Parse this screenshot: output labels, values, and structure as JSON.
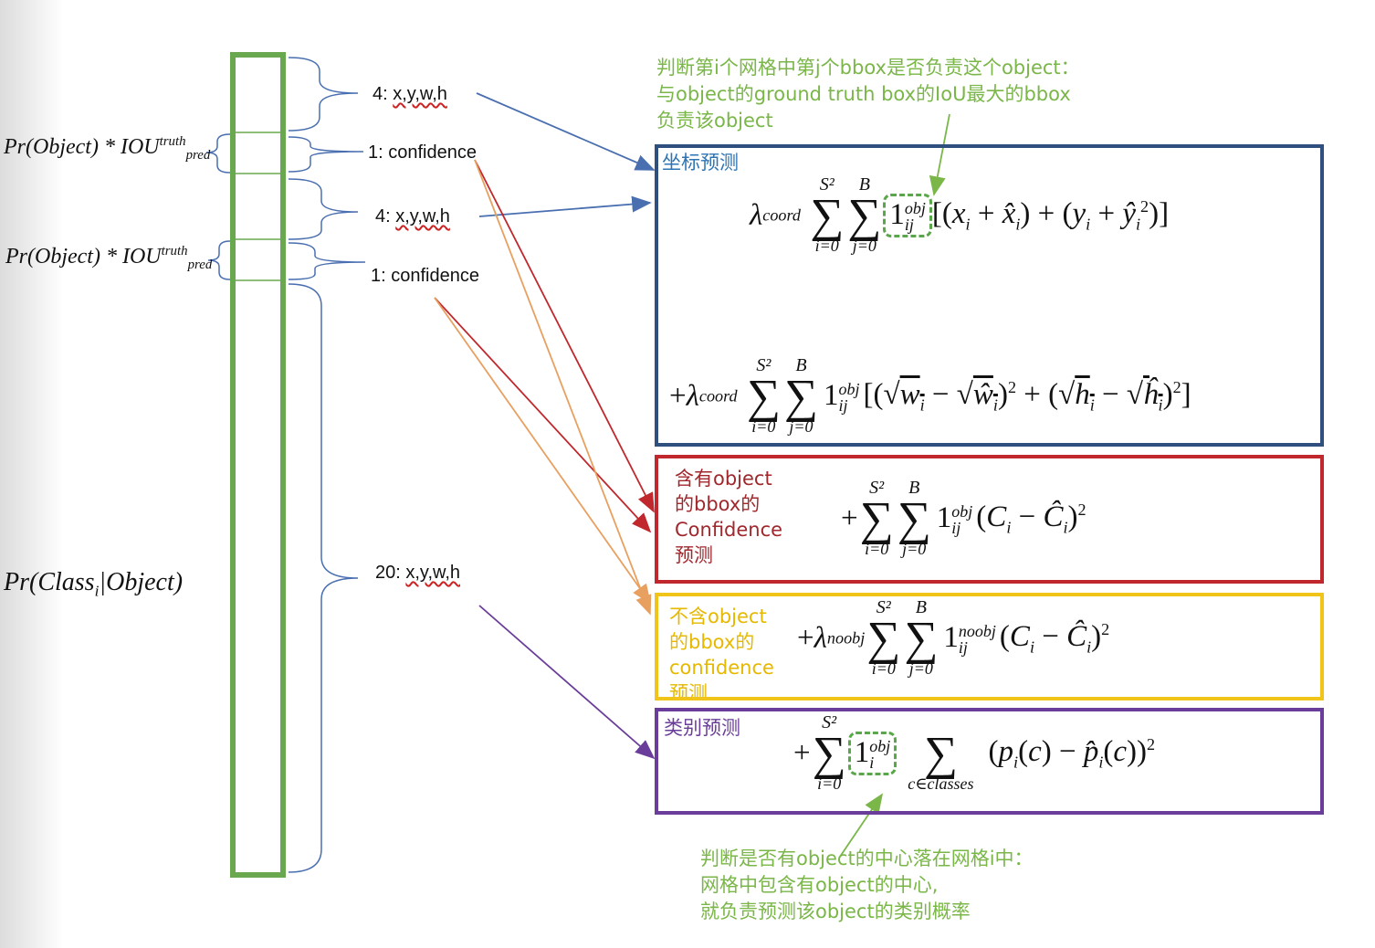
{
  "left_labels": {
    "conf1": "Pr(Object) * IOU",
    "conf1_sup": "truth",
    "conf1_sub": "pred",
    "conf2": "Pr(Object) * IOU",
    "conf2_sup": "truth",
    "conf2_sub": "pred",
    "class": "Pr(Class",
    "class_sub": "i",
    "class_tail": "|Object)"
  },
  "vector_labels": {
    "xywh1_num": "4:",
    "xywh1": "x,y,w,h",
    "conf1_num": "1:",
    "conf1": "confidence",
    "xywh2_num": "4:",
    "xywh2": "x,y,w,h",
    "conf2_num": "1:",
    "conf2": "confidence",
    "class_num": "20:",
    "class": "x,y,w,h"
  },
  "notes": {
    "top": [
      "判断第i个网格中第j个bbox是否负责这个object：",
      "与object的ground truth box的IoU最大的bbox",
      "负责该object"
    ],
    "bottom": [
      "判断是否有object的中心落在网格i中：",
      "网格中包含有object的中心,",
      "就负责预测该object的类别概率"
    ]
  },
  "boxes": {
    "coord": {
      "title": "坐标预测"
    },
    "conf_obj": {
      "title_lines": [
        "含有object",
        "的bbox的",
        "Confidence",
        "预测"
      ]
    },
    "conf_noobj": {
      "title_lines": [
        "不含object",
        "的bbox的",
        "confidence",
        "预测"
      ]
    },
    "class": {
      "title": "类别预测"
    }
  },
  "formula_tokens": {
    "lambda_coord_sub": "coord",
    "lambda_noobj_sub": "noobj",
    "sum_top_S2": "S²",
    "sum_top_B": "B",
    "sum_bot_i": "i=0",
    "sum_bot_j": "j=0",
    "sum_bot_c": "c∈classes",
    "obj": "obj",
    "noobj": "noobj",
    "ij": "ij",
    "i": "i"
  },
  "colors": {
    "bar_green": "#6aa84f",
    "dashed_green": "#5aa64a",
    "note_green": "#7ab648",
    "coord_blue": "#2f4f7f",
    "title_blue": "#2e74b5",
    "conf_red": "#c0282d",
    "noobj_yellow": "#f0c419",
    "noobj_text": "#e6b800",
    "class_purple": "#6a3d9a",
    "arrow_blue": "#4a6fb0",
    "arrow_red": "#c0282d",
    "arrow_orange": "#e8a060",
    "arrow_purple": "#6a3d9a"
  }
}
